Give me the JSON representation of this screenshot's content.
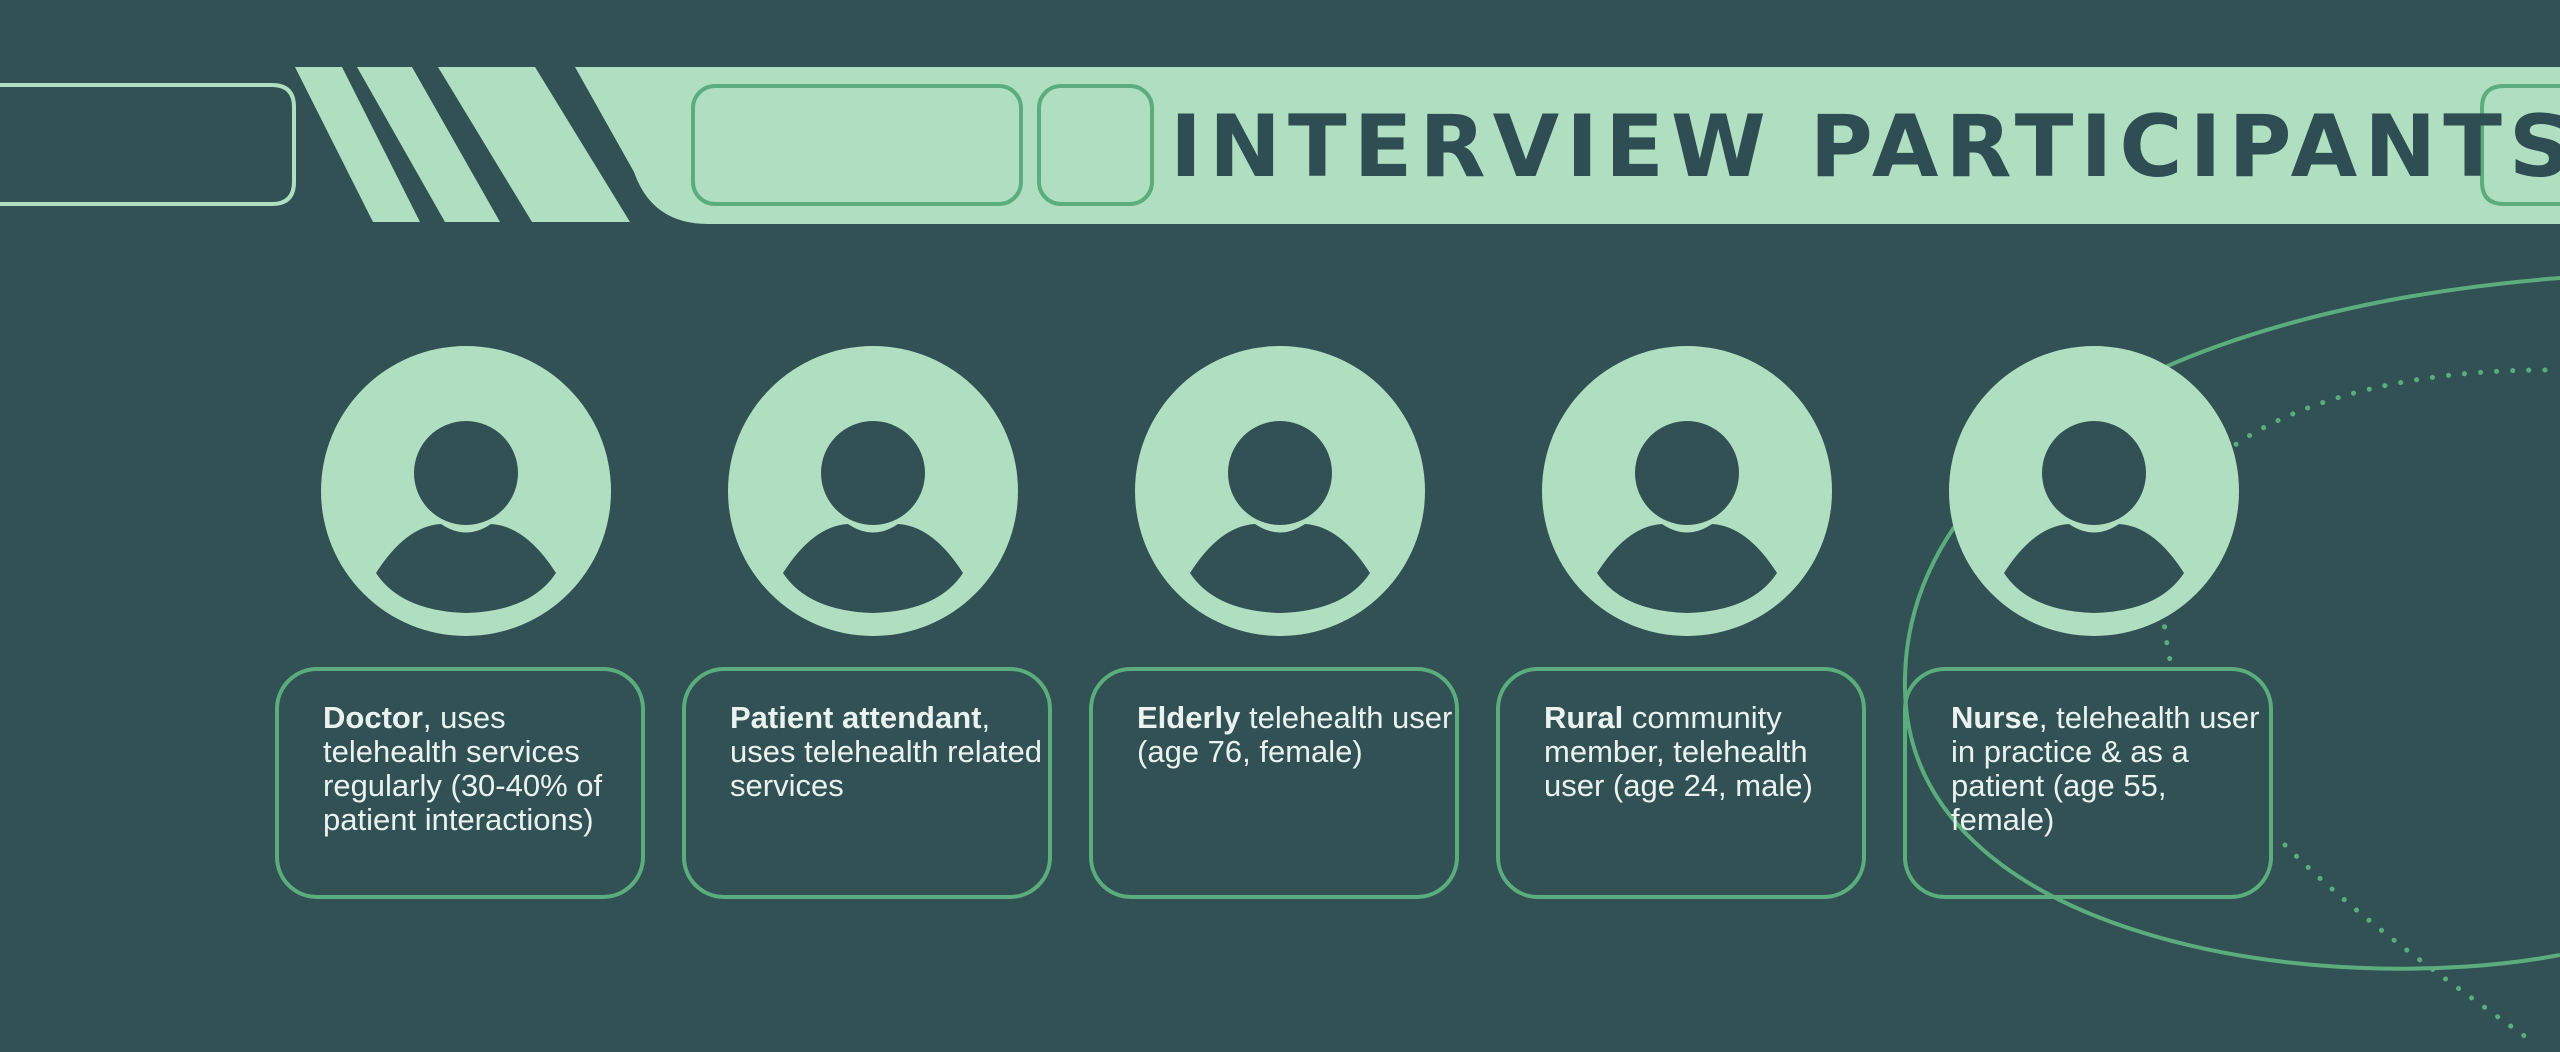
{
  "header": {
    "title": "INTERVIEW PARTICIPANTS"
  },
  "colors": {
    "background": "#325155",
    "accent_light": "#b0dec0",
    "accent_green": "#5cad7d",
    "text_light": "#e9f2ee",
    "title_text": "#2f4e53"
  },
  "participants": [
    {
      "icon": "person-avatar-icon",
      "role": "Doctor",
      "description": ", uses telehealth services regularly (30-40% of patient interactions)"
    },
    {
      "icon": "person-avatar-icon",
      "role": "Patient attendant",
      "description": ", uses telehealth related services"
    },
    {
      "icon": "person-avatar-icon",
      "role": "Elderly",
      "description": " telehealth user (age 76, female)"
    },
    {
      "icon": "person-avatar-icon",
      "role": "Rural",
      "description": " community member, telehealth user (age 24, male)"
    },
    {
      "icon": "person-avatar-icon",
      "role": "Nurse",
      "description": ", telehealth user in practice & as a patient (age 55, female)"
    }
  ]
}
